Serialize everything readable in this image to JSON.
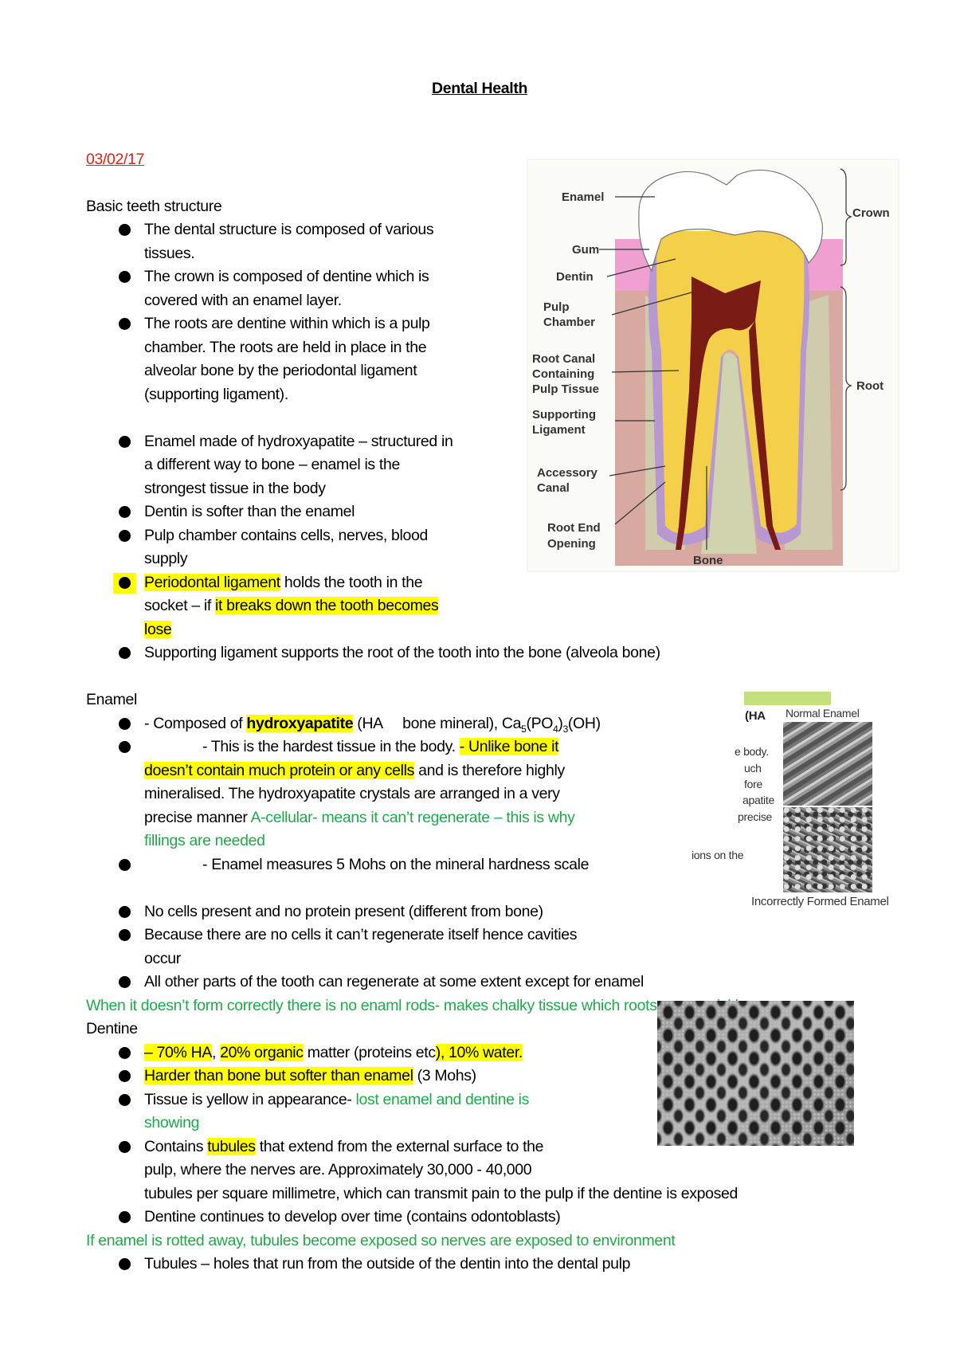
{
  "document": {
    "blocks": [
      {
        "type": "title",
        "text": "Dental Health"
      },
      {
        "type": "date",
        "text": "03/02/17"
      },
      {
        "type": "heading",
        "text": "Basic teeth structure"
      },
      {
        "type": "list",
        "items": [
          {
            "lines": [
              [
                {
                  "t": "The dental structure is composed of various"
                }
              ],
              [
                {
                  "t": "tissues."
                }
              ]
            ]
          },
          {
            "lines": [
              [
                {
                  "t": "The crown is composed of dentine which is"
                }
              ],
              [
                {
                  "t": "covered with an enamel layer."
                }
              ]
            ]
          },
          {
            "lines": [
              [
                {
                  "t": "The roots are dentine within which is a pulp"
                }
              ],
              [
                {
                  "t": "chamber. The roots are held in place in the"
                }
              ],
              [
                {
                  "t": "alveolar bone by the periodontal ligament"
                }
              ],
              [
                {
                  "t": "(supporting ligament)."
                }
              ]
            ]
          }
        ]
      },
      {
        "type": "list",
        "items": [
          {
            "lines": [
              [
                {
                  "t": "Enamel made of hydroxyapatite – structured in"
                }
              ],
              [
                {
                  "t": "a different way to bone – enamel is the"
                }
              ],
              [
                {
                  "t": "strongest tissue in the body"
                }
              ]
            ]
          },
          {
            "lines": [
              [
                {
                  "t": "Dentin is softer than the enamel"
                }
              ]
            ]
          },
          {
            "lines": [
              [
                {
                  "t": "Pulp chamber contains cells, nerves, blood"
                }
              ],
              [
                {
                  "t": "supply"
                }
              ]
            ]
          },
          {
            "highlight_bullet": true,
            "lines": [
              [
                {
                  "t": "Periodontal ligament",
                  "hl": true
                },
                {
                  "t": " holds the tooth in the"
                }
              ],
              [
                {
                  "t": "socket – if "
                },
                {
                  "t": "it breaks down the tooth becomes",
                  "hl": true
                }
              ],
              [
                {
                  "t": "lose",
                  "hl": true
                }
              ]
            ]
          },
          {
            "lines": [
              [
                {
                  "t": "Supporting ligament supports the root of the tooth into the bone (alveola bone)"
                }
              ]
            ]
          }
        ]
      },
      {
        "type": "heading",
        "text": "Enamel"
      },
      {
        "type": "list",
        "items": [
          {
            "lines": [
              [
                {
                  "t": "- Composed of "
                },
                {
                  "t": "hydroxyapatite",
                  "hl": true,
                  "bold": true
                },
                {
                  "t": " (HA     bone mineral), Ca"
                },
                {
                  "t": "5",
                  "sub": true
                },
                {
                  "t": "(PO"
                },
                {
                  "t": "4",
                  "sub": true
                },
                {
                  "t": ")"
                },
                {
                  "t": "3",
                  "sub": true
                },
                {
                  "t": "(OH)"
                }
              ]
            ]
          },
          {
            "lines": [
              [
                {
                  "t": "\t- This is the hardest tissue in the body. "
                },
                {
                  "t": "- Unlike bone it",
                  "hl": true
                }
              ],
              [
                {
                  "t": "doesn’t contain much protein or any cells",
                  "hl": true
                },
                {
                  "t": " and is therefore highly"
                }
              ],
              [
                {
                  "t": "mineralised. The hydroxyapatite crystals are arranged in a very"
                }
              ],
              [
                {
                  "t": "precise manner "
                },
                {
                  "t": "A-cellular- means it can’t regenerate – this is why",
                  "green": true
                }
              ],
              [
                {
                  "t": "fillings are needed",
                  "green": true
                }
              ]
            ]
          },
          {
            "lines": [
              [
                {
                  "t": "\t- Enamel measures 5 Mohs on the mineral hardness scale"
                }
              ]
            ]
          }
        ]
      },
      {
        "type": "list",
        "items": [
          {
            "lines": [
              [
                {
                  "t": "No cells present and no protein present (different from bone)"
                }
              ]
            ]
          },
          {
            "lines": [
              [
                {
                  "t": "Because there are no cells it can’t regenerate itself hence cavities"
                }
              ],
              [
                {
                  "t": "occur"
                }
              ]
            ]
          },
          {
            "lines": [
              [
                {
                  "t": "All other parts of the tooth can regenerate at some extent except for enamel"
                }
              ]
            ]
          }
        ]
      },
      {
        "type": "note",
        "text": "When it doesn’t form correctly there is no enaml rods- makes chalky tissue which roots away quickly"
      },
      {
        "type": "heading",
        "text": "Dentine"
      },
      {
        "type": "list",
        "items": [
          {
            "lines": [
              [
                {
                  "t": "– 70% HA",
                  "hl": true
                },
                {
                  "t": ", "
                },
                {
                  "t": "20% organic",
                  "hl": true
                },
                {
                  "t": " matter (proteins etc"
                },
                {
                  "t": "), 10% water.",
                  "hl": true
                }
              ]
            ]
          },
          {
            "lines": [
              [
                {
                  "t": "Harder than bone but softer than enamel",
                  "hl": true
                },
                {
                  "t": " (3 Mohs)"
                }
              ]
            ]
          },
          {
            "lines": [
              [
                {
                  "t": "Tissue is yellow in appearance- "
                },
                {
                  "t": "lost enamel and dentine is",
                  "green": true
                }
              ],
              [
                {
                  "t": "showing",
                  "green": true
                }
              ]
            ]
          },
          {
            "lines": [
              [
                {
                  "t": "Contains "
                },
                {
                  "t": "tubules",
                  "hl": true
                },
                {
                  "t": " that extend from the external surface to the"
                }
              ],
              [
                {
                  "t": "pulp, where the nerves are. Approximately 30,000 - 40,000"
                }
              ],
              [
                {
                  "t": "tubules per square millimetre, which can transmit pain to the pulp if the dentine is exposed"
                }
              ]
            ]
          },
          {
            "lines": [
              [
                {
                  "t": "Dentine continues to develop over time (contains odontoblasts)"
                }
              ]
            ]
          }
        ]
      },
      {
        "type": "note",
        "text": "If enamel is rotted away, tubules become exposed so nerves are exposed to environment"
      },
      {
        "type": "list",
        "items": [
          {
            "lines": [
              [
                {
                  "t": "Tubules – holes that run from the outside of the dentin into the dental pulp"
                }
              ]
            ]
          }
        ]
      }
    ]
  },
  "tooth_diagram": {
    "labels": {
      "enamel": "Enamel",
      "gum": "Gum",
      "dentin": "Dentin",
      "pulp": "Pulp",
      "chamber": "Chamber",
      "root_canal": "Root Canal",
      "containing": "Containing",
      "pulp_tissue": "Pulp Tissue",
      "supporting": "Supporting",
      "ligament": "Ligament",
      "accessory": "Accessory",
      "canal": "Canal",
      "root_end": "Root End",
      "opening": "Opening",
      "bone": "Bone",
      "crown": "Crown",
      "root": "Root"
    }
  },
  "enamel_figure": {
    "normal_label": "Normal Enamel",
    "incorrect_label": "Incorrectly Formed Enamel",
    "fragments": [
      "(HA",
      "e body.",
      "uch",
      "fore",
      "apatite",
      "precise",
      "ions on the"
    ]
  },
  "colors": {
    "highlight": "#ffff00",
    "note_green": "#1faa4a",
    "date_red": "#e0201a"
  }
}
